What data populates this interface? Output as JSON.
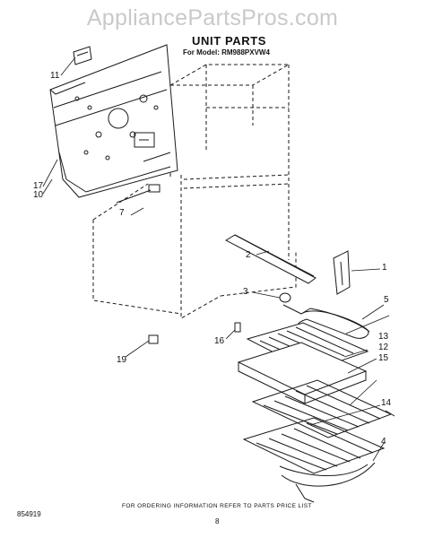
{
  "watermark": "AppliancePartsPros.com",
  "header": {
    "title": "UNIT PARTS",
    "subtitle": "For Model: RM988PXVW4"
  },
  "callouts": {
    "c1": "1",
    "c2": "2",
    "c3": "3",
    "c4": "4",
    "c5": "5",
    "c7": "7",
    "c10": "10",
    "c11": "11",
    "c12": "12",
    "c13": "13",
    "c14": "14",
    "c15": "15",
    "c16": "16",
    "c17": "17",
    "c19": "19"
  },
  "footer": {
    "ordering_note": "FOR ORDERING INFORMATION REFER TO PARTS PRICE LIST",
    "doc_number": "854919",
    "page_number": "8"
  }
}
